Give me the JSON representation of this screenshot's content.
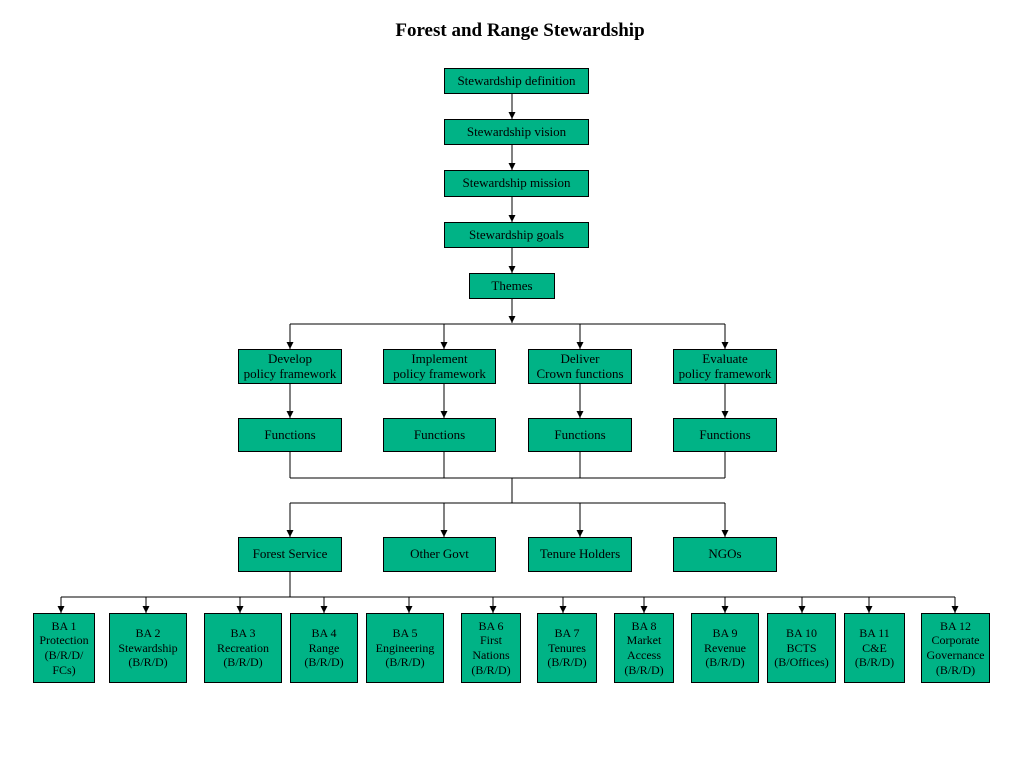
{
  "title": "Forest and Range Stewardship",
  "colors": {
    "box_fill": "#00b386",
    "line": "#000000"
  },
  "nodes": {
    "definition": "Stewardship definition",
    "vision": "Stewardship vision",
    "mission": "Stewardship mission",
    "goals": "Stewardship goals",
    "themes": "Themes",
    "develop": "Develop\npolicy framework",
    "implement": "Implement\npolicy framework",
    "deliver": "Deliver\nCrown functions",
    "evaluate": "Evaluate\npolicy framework",
    "functions_develop": "Functions",
    "functions_implement": "Functions",
    "functions_deliver": "Functions",
    "functions_evaluate": "Functions",
    "forest_service": "Forest Service",
    "other_govt": "Other Govt",
    "tenure_holders": "Tenure Holders",
    "ngos": "NGOs",
    "ba1": "BA 1\nProtection\n(B/R/D/\nFCs)",
    "ba2": "BA 2\nStewardship\n(B/R/D)",
    "ba3": "BA 3\nRecreation\n(B/R/D)",
    "ba4": "BA 4\nRange\n(B/R/D)",
    "ba5": "BA 5\nEngineering\n(B/R/D)",
    "ba6": "BA 6\nFirst\nNations\n(B/R/D)",
    "ba7": "BA 7\nTenures\n(B/R/D)",
    "ba8": "BA 8\nMarket\nAccess\n(B/R/D)",
    "ba9": "BA 9\nRevenue\n(B/R/D)",
    "ba10": "BA 10\nBCTS\n(B/Offices)",
    "ba11": "BA 11\nC&E\n(B/R/D)",
    "ba12": "BA 12\nCorporate\nGovernance\n(B/R/D)"
  }
}
